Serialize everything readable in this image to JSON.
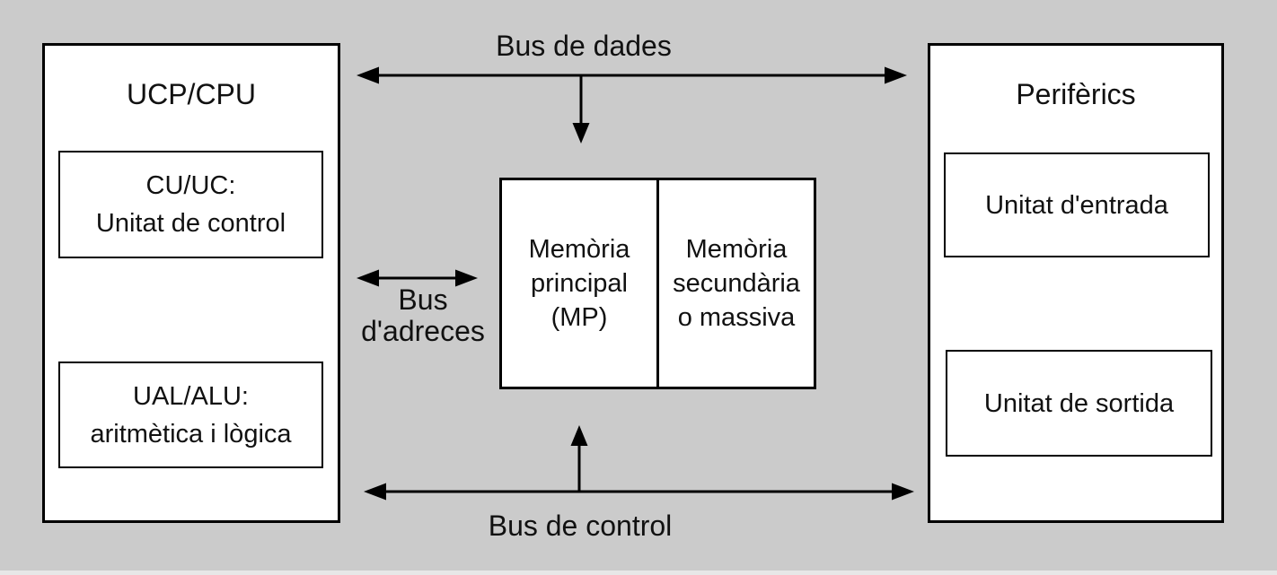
{
  "cpu": {
    "title": "UCP/CPU",
    "control_unit_label": "CU/UC:\nUnitat de control",
    "alu_label": "UAL/ALU:\naritmètica i lògica"
  },
  "memory": {
    "main_label": "Memòria\nprincipal\n(MP)",
    "secondary_label": "Memòria\nsecundària\no massiva"
  },
  "peripherals": {
    "title": "Perifèrics",
    "input_label": "Unitat d'entrada",
    "output_label": "Unitat de sortida"
  },
  "buses": {
    "data_label": "Bus de dades",
    "address_label": "Bus\nd'adreces",
    "control_label": "Bus de control"
  },
  "colors": {
    "background": "#cbcbcb",
    "box_fill": "#ffffff",
    "line": "#000000",
    "text": "#111111"
  }
}
